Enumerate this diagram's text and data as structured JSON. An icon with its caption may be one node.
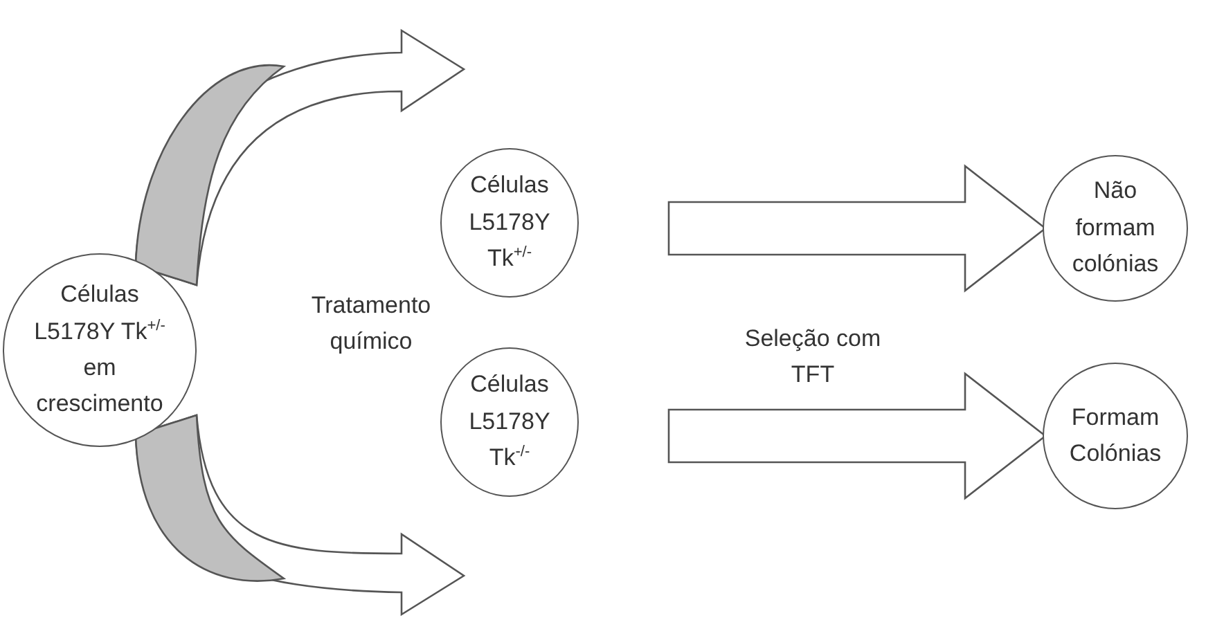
{
  "diagram": {
    "nodes": [
      {
        "text": [
          "Células L5178Y Tk$^{+/-}$ em crescimento"
        ]
      },
      {
        "text": [
          "Células L5178Y Tk$^{+/-}$"
        ]
      },
      {
        "text": [
          "Células L5178Y Tk$^{-/-}$"
        ]
      },
      {
        "text": [
          "Não formam colónias"
        ]
      },
      {
        "text": [
          "Formam Colónias"
        ]
      }
    ],
    "edges": [
      {
        "from": 0,
        "to": 1,
        "arrow": "to"
      },
      {
        "from": 0,
        "to": 2,
        "arrow": "to"
      },
      {
        "from": 1,
        "to": 3,
        "arrow": "to"
      },
      {
        "from": 2,
        "to": 4,
        "arrow": "to"
      }
    ],
    "labels": [
      "Tratamento químico",
      "Seleção com TFT"
    ]
  }
}
